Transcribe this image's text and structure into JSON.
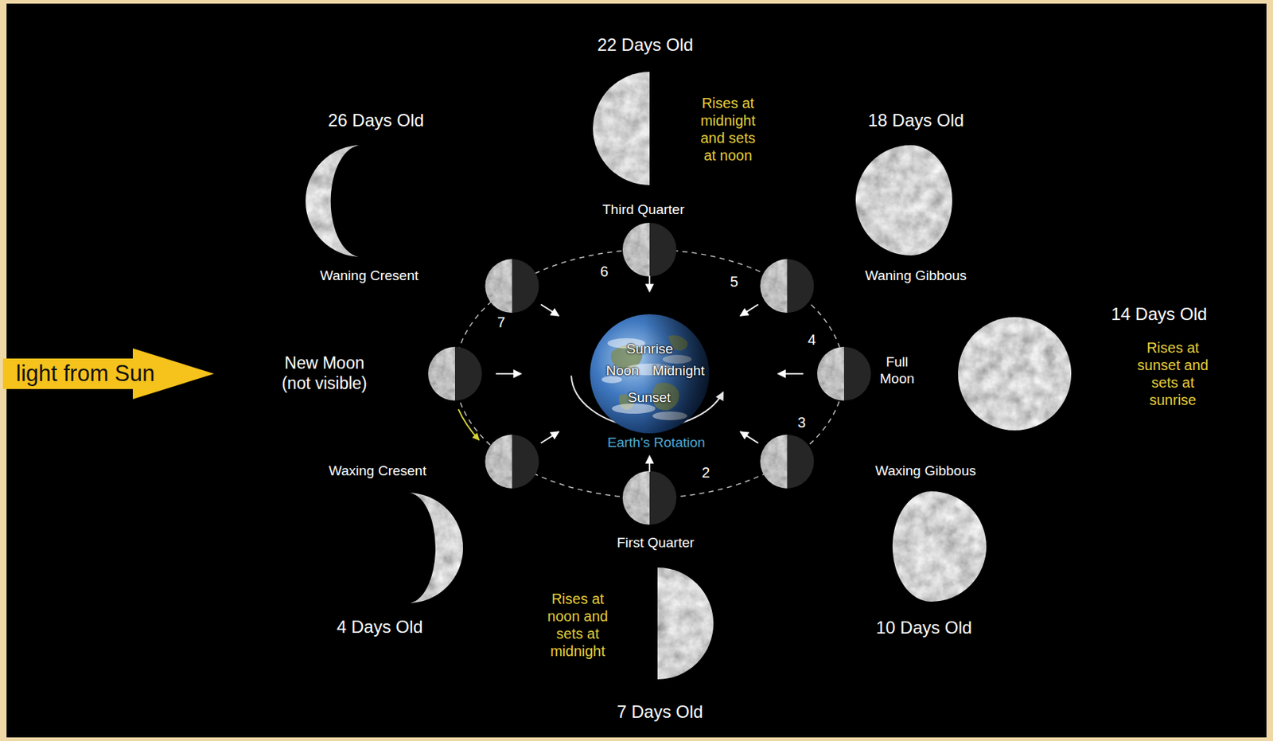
{
  "diagram": {
    "nodes": [
      {
        "text": [
          "light from Sun"
        ]
      },
      {
        "text": [
          "Sunrise",
          "Noon",
          "Midnight",
          "Sunset"
        ]
      }
    ],
    "labels": [
      "22 Days Old",
      "26 Days Old",
      "18 Days Old",
      "Rises at midnight and sets at noon",
      "Third Quarter",
      "Waning Cresent",
      "Waning Gibbous",
      "6",
      "5",
      "7",
      "4",
      "14 Days Old",
      "New Moon (not visible)",
      "Full Moon",
      "Rises at sunset and sets at sunrise",
      "Earth's Rotation",
      "3",
      "2",
      "Waxing Cresent",
      "Waxing Gibbous",
      "First Quarter",
      "Rises at noon and sets at midnight",
      "4 Days Old",
      "10 Days Old",
      "7 Days Old"
    ]
  }
}
